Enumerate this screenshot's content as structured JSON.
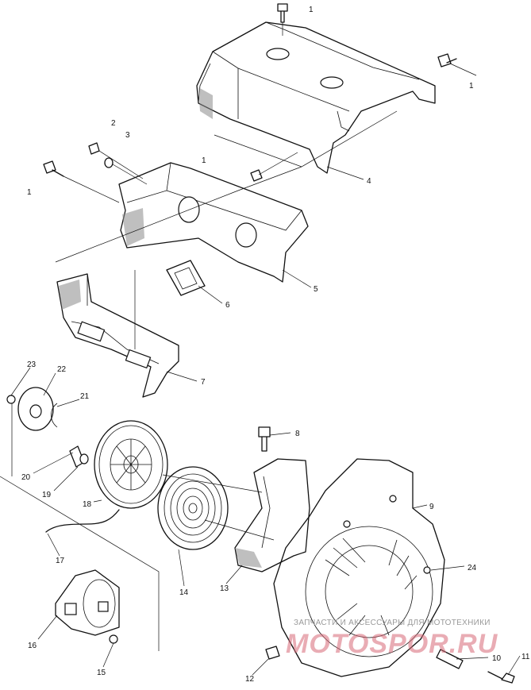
{
  "callouts": [
    "1",
    "1",
    "1",
    "1",
    "2",
    "3",
    "4",
    "5",
    "6",
    "7",
    "8",
    "9",
    "10",
    "11",
    "12",
    "13",
    "14",
    "15",
    "16",
    "17",
    "18",
    "19",
    "20",
    "21",
    "22",
    "23",
    "24"
  ],
  "watermark": {
    "line": "ЗАПЧАСТИ И АКСЕССУАРЫ ДЛЯ МОТОТЕХНИКИ",
    "logo": "MOTOSPOR.RU"
  }
}
